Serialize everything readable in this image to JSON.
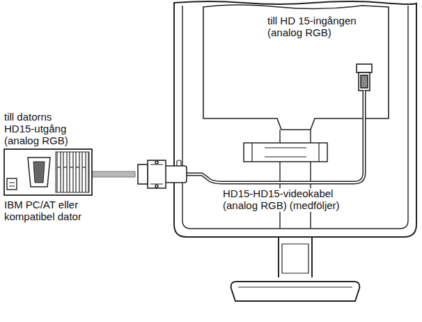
{
  "diagram": {
    "labels": [
      "till HD 15-ingången (analog RGB)",
      "till datorns HD15-utgång (analog RGB)",
      "IBM PC/AT eller kompatibel dator",
      "HD15-HD15-videokabel (analog RGB) (medföljer)"
    ]
  }
}
